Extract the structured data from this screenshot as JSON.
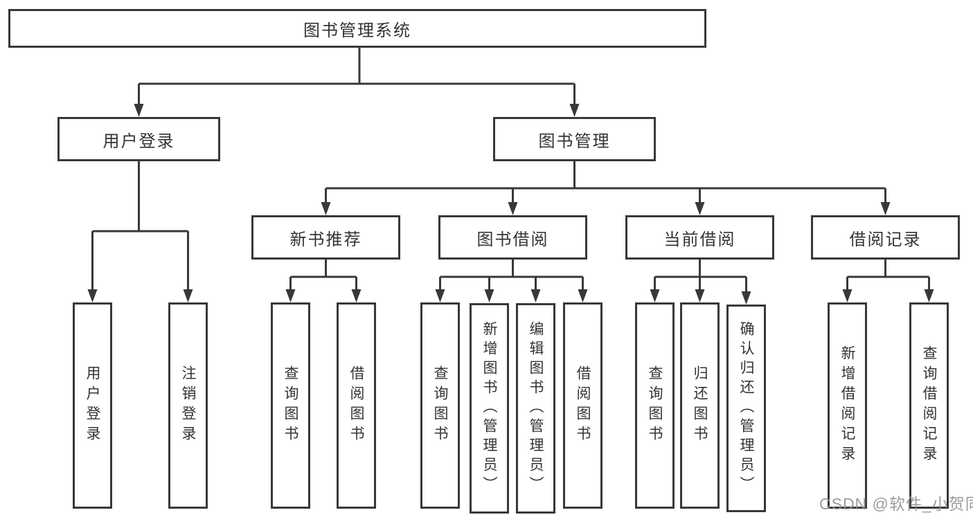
{
  "tree": {
    "root_label": "图书管理系统",
    "user_login": {
      "label": "用户登录",
      "children": [
        "用户登录",
        "注销登录"
      ]
    },
    "book_management": {
      "label": "图书管理"
    },
    "new_book": {
      "label": "新书推荐",
      "children": [
        "查询图书",
        "借阅图书"
      ]
    },
    "book_borrow": {
      "label": "图书借阅",
      "children": [
        "查询图书",
        "新增图书（管理员）",
        "编辑图书（管理员）",
        "借阅图书"
      ]
    },
    "current_borrow": {
      "label": "当前借阅",
      "children": [
        "查询图书",
        "归还图书",
        "确认归还（管理员）"
      ]
    },
    "borrow_record": {
      "label": "借阅记录",
      "children": [
        "新增借阅记录",
        "查询借阅记录"
      ]
    },
    "colors": {
      "line": "#383838",
      "text": "#333333",
      "background": "#ffffff",
      "watermark": "#8e9196"
    }
  },
  "watermark": {
    "text": "CSDN @软件_小贺同学"
  }
}
